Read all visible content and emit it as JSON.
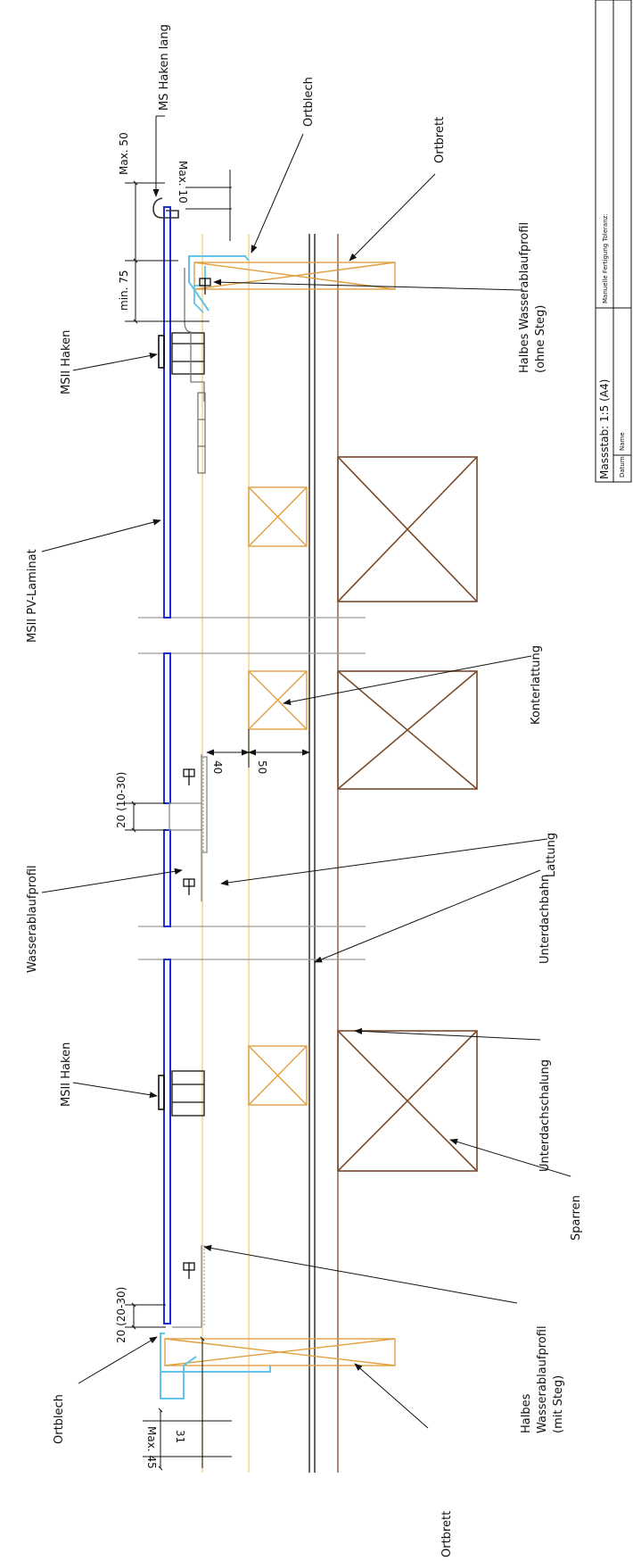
{
  "labels": {
    "ms_haken_lang": "MS Haken lang",
    "ortblech_top": "Ortblech",
    "ortbrett_top": "Ortbrett",
    "halbes_ohne_1": "Halbes Wasserablaufprofil",
    "halbes_ohne_2": "(ohne Steg)",
    "msii_haken_top": "MSII Haken",
    "msii_pv_laminat": "MSII PV-Laminat",
    "konterlattung": "Konterlattung",
    "lattung": "Lattung",
    "wasserablaufprofil": "Wasserablaufprofil",
    "unterdachbahn": "Unterdachbahn",
    "unterdachschalung": "Unterdachschalung",
    "msii_haken_bottom": "MSII Haken",
    "sparren": "Sparren",
    "halbes_mit_1": "Halbes",
    "halbes_mit_2": "Wasserablaufprofil",
    "halbes_mit_3": "(mit Steg)",
    "ortblech_bottom": "Ortblech",
    "ortbrett_bottom": "Ortbrett"
  },
  "dimensions": {
    "max50": "Max. 50",
    "max10": "Max. 10",
    "min75": "min. 75",
    "gap_top": "20 (10-30)",
    "d40": "40",
    "d50": "50",
    "gap_bottom": "20 (20-30)",
    "d31": "31",
    "max45": "Max. 45"
  },
  "title_block": {
    "scale": "Massstab: 1:5 (A4)",
    "tolerance": "Manuelle Fertigung Toleranz:",
    "datum": "Datum",
    "name": "Name"
  },
  "colors": {
    "blue": "#1a2fd6",
    "cyan": "#62c3e8",
    "orange": "#e0a040",
    "pale": "#f2d58c",
    "brown": "#7a4a2a",
    "gray": "#9a9a9a",
    "black": "#111111"
  }
}
